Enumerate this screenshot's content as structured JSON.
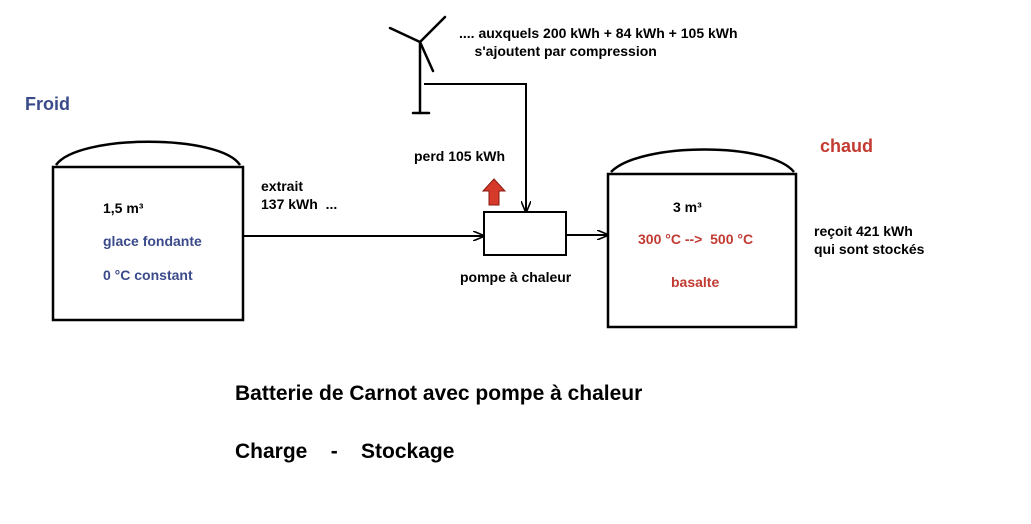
{
  "labels": {
    "froid": "Froid",
    "chaud": "chaud",
    "cold_volume": "1,5 m³",
    "cold_material": "glace fondante",
    "cold_temp": "0 °C constant",
    "extrait": "extrait\n137 kWh  ...",
    "perd": "perd 105 kWh",
    "wind_note": ".... auxquels 200 kWh + 84 kWh + 105 kWh\n    s'ajoutent par compression",
    "pump": "pompe à chaleur",
    "hot_volume": "3 m³",
    "hot_temp": "300 °C -->  500 °C",
    "hot_material": "basalte",
    "recoit": "reçoit 421 kWh\nqui sont stockés",
    "title": "Batterie de Carnot avec pompe à chaleur",
    "subtitle": "Charge    -    Stockage"
  },
  "colors": {
    "cold_text": "#3a4a8a",
    "hot_text": "#c23a32",
    "loss_arrow": "#d63a2a",
    "lines": "#000000"
  },
  "icons": {
    "wind_turbine": "wind-turbine-icon",
    "heat_loss": "up-arrow-icon"
  }
}
